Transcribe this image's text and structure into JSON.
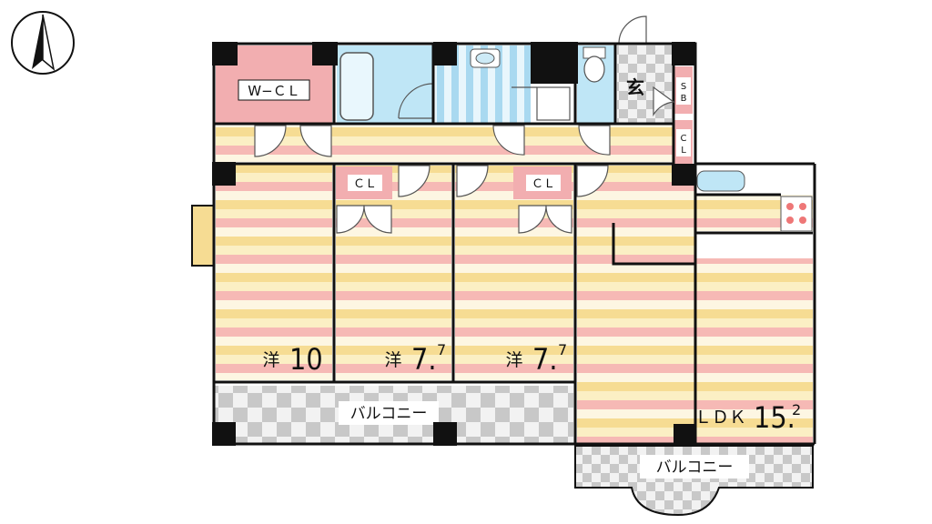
{
  "plan": {
    "north_arrow": "north-arrow-icon",
    "rooms": {
      "wcl": {
        "label": "W−ＣＬ"
      },
      "entrance": {
        "label": "玄"
      },
      "sb": {
        "label": "SB"
      },
      "cl_hall": {
        "label": "CL"
      },
      "cl_room2": {
        "label": "ＣＬ"
      },
      "cl_room3": {
        "label": "ＣＬ"
      },
      "room1": {
        "type": "洋",
        "size": "10",
        "size_sup": ""
      },
      "room2": {
        "type": "洋",
        "size": "7.",
        "size_sup": "7"
      },
      "room3": {
        "type": "洋",
        "size": "7.",
        "size_sup": "7"
      },
      "ldk": {
        "type": "ＬＤＫ",
        "size": "15.",
        "size_sup": "2"
      },
      "balcony_west": {
        "label": "バルコニー"
      },
      "balcony_east": {
        "label": "バルコニー"
      }
    },
    "colors": {
      "stripe_pink": "#f6b9b5",
      "stripe_cream": "#fbefc4",
      "stripe_yellow": "#f6dc93",
      "stripe_white": "#fdf9ec",
      "wcl_fill": "#f2aeb0",
      "water_fill": "#bfe6f6",
      "water_stripe": "#8fcbea",
      "wall": "#111111",
      "checker_dark": "#c8c8c8",
      "checker_light": "#f2f2f2"
    }
  }
}
